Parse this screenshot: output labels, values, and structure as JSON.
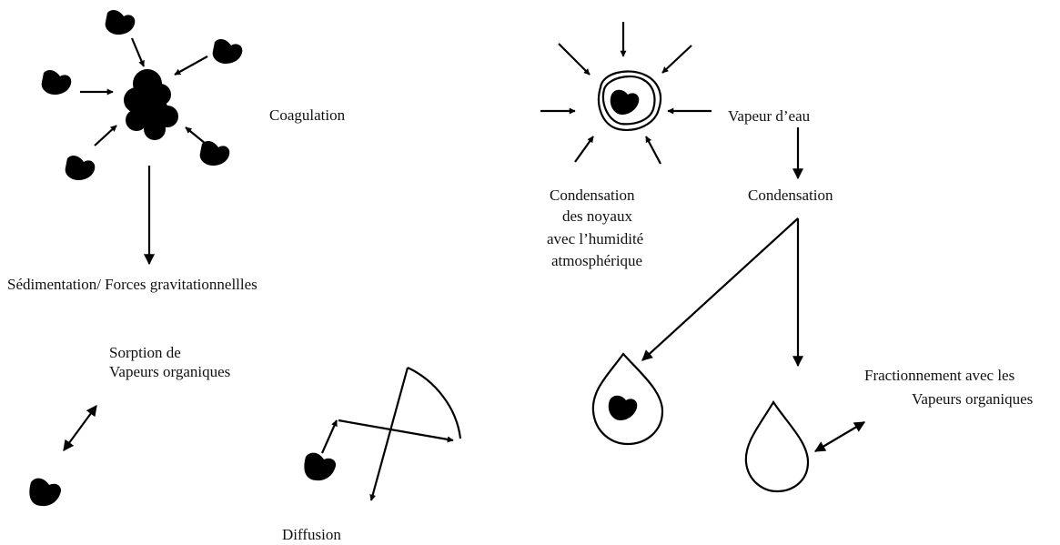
{
  "labels": {
    "coagulation": "Coagulation",
    "sedimentation": "Sédimentation/ Forces gravitationnellles",
    "vapeur_eau": "Vapeur d’eau",
    "condensation": "Condensation",
    "cond_noyaux_1": "Condensation",
    "cond_noyaux_2": "des noyaux",
    "cond_noyaux_3": "avec l’humidité",
    "cond_noyaux_4": "atmosphérique",
    "sorption_1": "Sorption de",
    "sorption_2": "Vapeurs organiques",
    "diffusion": "Diffusion",
    "fractionnement_1": "Fractionnement avec les",
    "fractionnement_2": "Vapeurs organiques"
  },
  "colors": {
    "ink": "#000000",
    "background": "#ffffff"
  }
}
